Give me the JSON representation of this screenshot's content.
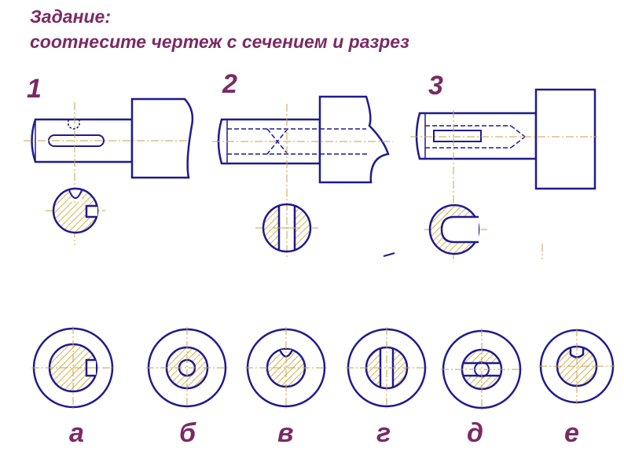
{
  "task": {
    "heading": "Задание:",
    "instruction": "соотнесите чертеж с сечением и разрез"
  },
  "drawings": [
    {
      "number": "1"
    },
    {
      "number": "2"
    },
    {
      "number": "3"
    }
  ],
  "sections": [
    {
      "letter": "а"
    },
    {
      "letter": "б"
    },
    {
      "letter": "в"
    },
    {
      "letter": "г"
    },
    {
      "letter": "д"
    },
    {
      "letter": "е"
    }
  ],
  "colors": {
    "title": "#7b2a63",
    "outline": "#1f1b8f",
    "hatch": "#d8b24a",
    "axis": "#c9a24a"
  }
}
